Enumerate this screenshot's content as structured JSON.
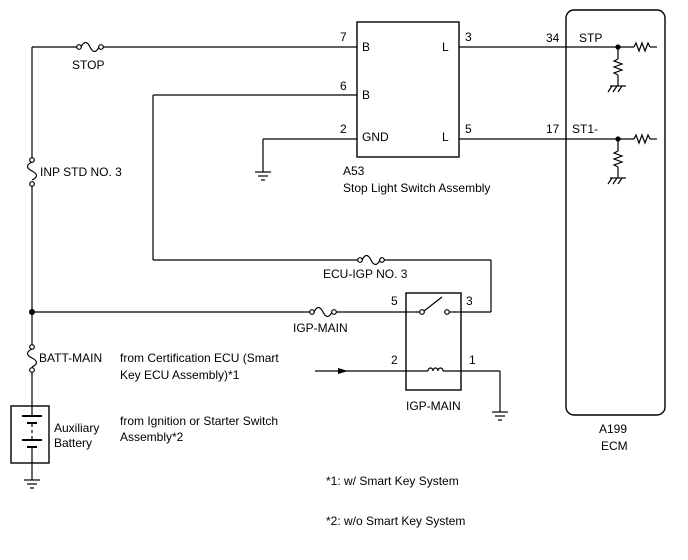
{
  "switch_assembly": {
    "code": "A53",
    "name": "Stop Light Switch Assembly",
    "pins": {
      "p7": {
        "num": "7",
        "label": "B"
      },
      "p6": {
        "num": "6",
        "label": "B"
      },
      "p2": {
        "num": "2",
        "label": "GND"
      },
      "p3": {
        "num": "3",
        "label": "L"
      },
      "p5": {
        "num": "5",
        "label": "L"
      }
    }
  },
  "ecm": {
    "code": "A199",
    "name": "ECM",
    "pins": {
      "stp": {
        "num": "34",
        "label": "STP"
      },
      "st1": {
        "num": "17",
        "label": "ST1-"
      }
    }
  },
  "fuses": {
    "stop": "STOP",
    "inp_std": "INP STD NO. 3",
    "ecu_igp": "ECU-IGP NO. 3",
    "igp_main": "IGP-MAIN",
    "batt_main": "BATT-MAIN"
  },
  "relay": {
    "name": "IGP-MAIN",
    "pins": {
      "p5": "5",
      "p3": "3",
      "p2": "2",
      "p1": "1"
    }
  },
  "battery": {
    "line1": "Auxiliary",
    "line2": "Battery"
  },
  "sources": {
    "cert_line1": "from Certification ECU (Smart",
    "cert_line2": "Key ECU Assembly)*1",
    "ign_line1": "from Ignition or Starter Switch",
    "ign_line2": "Assembly*2"
  },
  "notes": {
    "n1": "*1: w/ Smart Key System",
    "n2": "*2: w/o Smart Key System"
  }
}
